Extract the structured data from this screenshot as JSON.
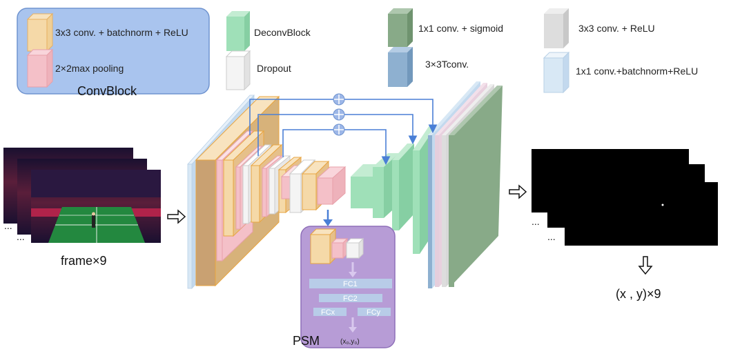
{
  "legend": {
    "convblock": {
      "title": "ConvBlock",
      "conv_label": "3x3 conv. + batchnorm + ReLU",
      "pool_label": "2×2max pooling"
    },
    "deconv_label": "DeconvBlock",
    "dropout_label": "Dropout",
    "sigmoid_label": "1x1 conv. + sigmoid",
    "tconv_label": "3×3Tconv.",
    "relu_label": "3x3 conv. + ReLU",
    "bn_relu_label": "1x1 conv.+batchnorm+ReLU"
  },
  "input": {
    "caption": "frame×9",
    "ellipsis": "...",
    "image_alt": "badminton court video frames"
  },
  "output": {
    "caption": "(x , y)×9",
    "ellipsis": "..."
  },
  "psm": {
    "title": "PSM",
    "fc1": "FC1",
    "fc2": "FC2",
    "fcx": "FCx",
    "fcy": "FCy",
    "output": "(x₀,y₀)"
  },
  "colors": {
    "conv": "#f5d9a8",
    "conv_edge": "#e8a540",
    "pool": "#f4c0c8",
    "deconv": "#9fe0b8",
    "dropout": "#f2f2f2",
    "sigmoid": "#88aa88",
    "tconv": "#8eb0d0",
    "relu": "#dddddd",
    "bn_relu": "#d8e8f5",
    "skip_line": "#4a7fd6",
    "psm_bg": "#b79cd6",
    "convblock_bg": "#a9c4ee"
  }
}
